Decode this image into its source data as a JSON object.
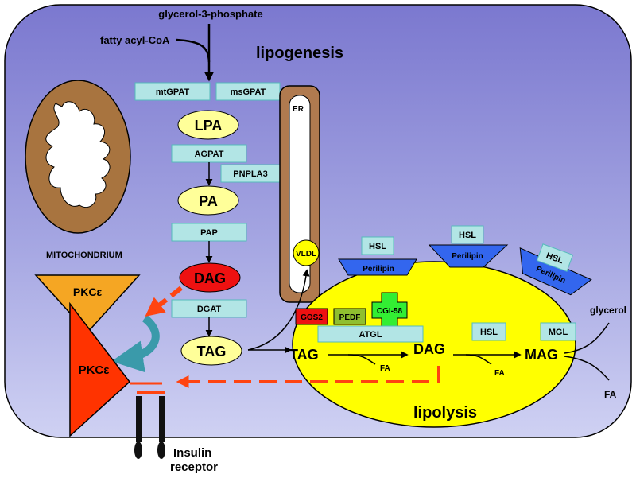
{
  "labels": {
    "glycerol3p": "glycerol-3-phosphate",
    "fattyacyl": "fatty acyl-CoA",
    "lipogenesis": "lipogenesis",
    "lipolysis": "lipolysis",
    "mitochondrium": "MITOCHONDRIUM",
    "er": "ER",
    "vldl": "VLDL",
    "glycerol": "glycerol",
    "fa_right": "FA",
    "fa1": "FA",
    "fa2": "FA",
    "insulin_line1": "Insulin",
    "insulin_line2": "receptor"
  },
  "enzymes": {
    "mtgpat": "mtGPAT",
    "msgpat": "msGPAT",
    "agpat": "AGPAT",
    "pnpla3": "PNPLA3",
    "pap": "PAP",
    "dgat": "DGAT",
    "atgl": "ATGL",
    "hsl_inner": "HSL",
    "mgl": "MGL",
    "gos2": "GOS2",
    "pedf": "PEDF",
    "cgi58": "CGI-58"
  },
  "metabolites": {
    "lpa": "LPA",
    "pa": "PA",
    "dag": "DAG",
    "tag": "TAG",
    "tag_ld": "TAG",
    "dag_ld": "DAG",
    "mag_ld": "MAG"
  },
  "perilipins": [
    {
      "label": "Perilipin",
      "hsl": "HSL"
    },
    {
      "label": "Perilipin",
      "hsl": "HSL"
    },
    {
      "label": "Perilipin",
      "hsl": "HSL"
    }
  ],
  "pkc": {
    "inactive": "PKCε",
    "active": "PKCε"
  },
  "colors": {
    "cell_bg_top": "#7d7ad1",
    "cell_bg_bottom": "#c6c8ef",
    "enzyme_box": "#b2e5e5",
    "metabolite": "#ffff99",
    "dag_red": "#ee1111",
    "lipid_droplet": "#ffff00",
    "er_brown": "#b07a4f",
    "perilipin_blue": "#3366ee",
    "pkc_orange": "#f5a623",
    "pkc_red": "#ff3300",
    "gos2_red": "#ee1111",
    "pedf_green": "#8fbf2f",
    "cgi58_green": "#33ee33",
    "arrow_orange": "#ff4411",
    "curved_arrow_teal": "#3a9aaa"
  }
}
